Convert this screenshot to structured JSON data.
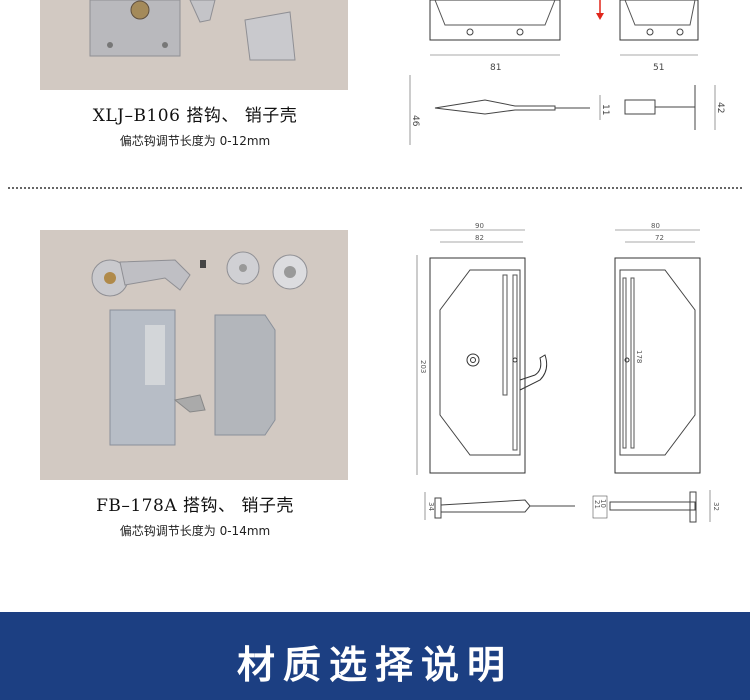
{
  "product1": {
    "title": "XLJ–B106 搭钩、 销子壳",
    "subtitle": "偏芯钩调节长度为 0-12mm",
    "dims": {
      "width_a": "81",
      "width_b": "51",
      "height_a": "46",
      "thick": "11",
      "height_b": "42"
    }
  },
  "product2": {
    "title": "FB–178A 搭钩、 销子壳",
    "subtitle": "偏芯钩调节长度为 0-14mm",
    "dims": {
      "outer_a": "90",
      "inner_a": "82",
      "outer_b": "80",
      "inner_b": "72",
      "height_a": "203",
      "height_b": "178",
      "thick_a": "34",
      "t1": "10",
      "t2": "21",
      "thick_b": "32"
    }
  },
  "footer": {
    "title": "材质选择说明"
  },
  "colors": {
    "footer_bg": "#1c3f82",
    "photo_bg": "#d2c9c2",
    "accent_arrow": "#e0261b"
  }
}
